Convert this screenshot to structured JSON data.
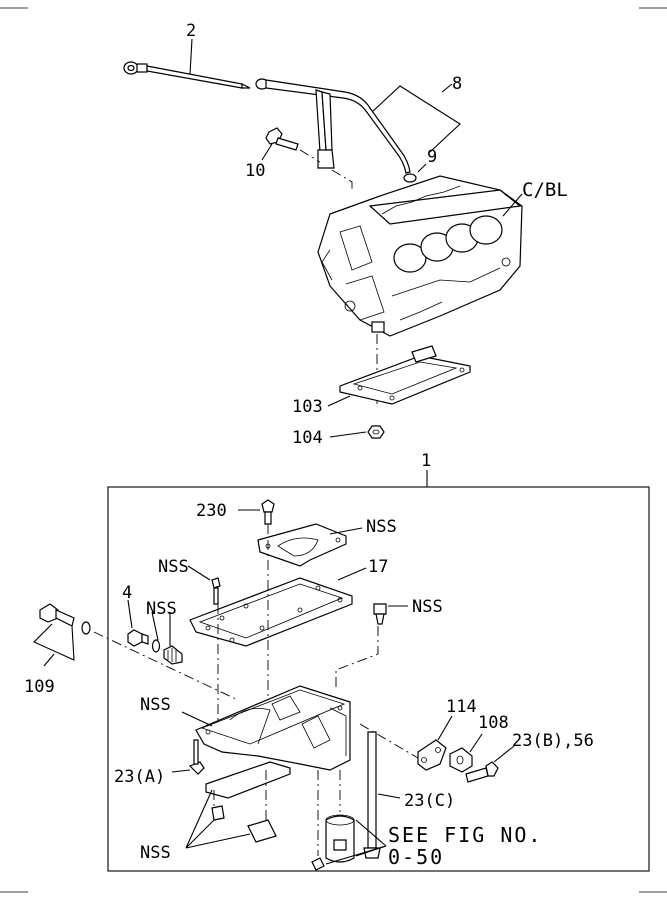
{
  "labels": {
    "p2": "2",
    "p8": "8",
    "p9": "9",
    "p10": "10",
    "cbl": "C/BL",
    "p103": "103",
    "p104": "104",
    "p1": "1",
    "p230": "230",
    "nss_gasket_top": "NSS",
    "p17": "17",
    "nss_stud": "NSS",
    "nss_sensor": "NSS",
    "p4": "4",
    "nss_plug": "NSS",
    "p109": "109",
    "nss_pan": "NSS",
    "p114": "114",
    "p108": "108",
    "p23b": "23(B),56",
    "p23a": "23(A)",
    "p23c": "23(C)",
    "nss_bottom": "NSS",
    "see_fig_1": "SEE FIG NO.",
    "see_fig_2": "0-50"
  }
}
